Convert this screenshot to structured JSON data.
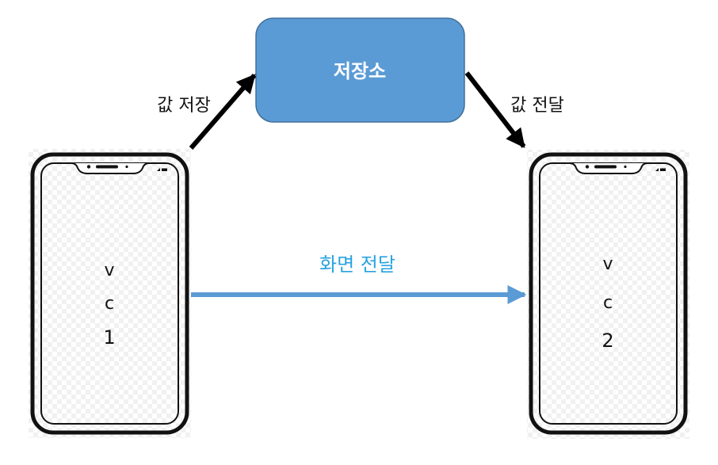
{
  "storage": {
    "label": "저장소",
    "fill": "#5b9bd5",
    "stroke": "#41719c"
  },
  "edges": {
    "save_label": "값 저장",
    "deliver_label": "값 전달",
    "screen_transfer_label": "화면 전달"
  },
  "phones": [
    {
      "lines": [
        "v",
        "c",
        "1"
      ]
    },
    {
      "lines": [
        "v",
        "c",
        "2"
      ]
    }
  ],
  "colors": {
    "arrow_black": "#000000",
    "arrow_blue": "#5b9bd5",
    "transfer_text": "#29a3e0"
  }
}
